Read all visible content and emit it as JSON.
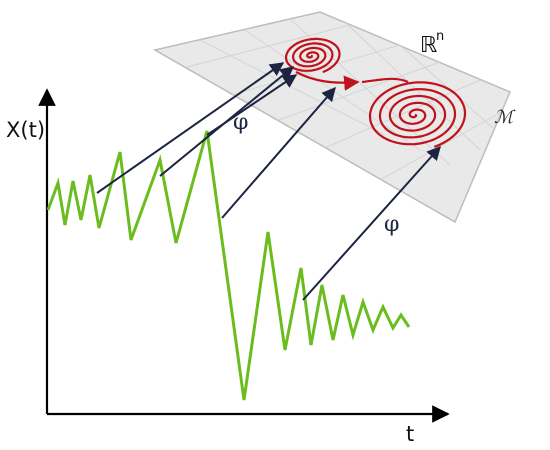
{
  "labels": {
    "y_axis": "X(t)",
    "x_axis": "t",
    "map_upper": "φ",
    "map_lower": "φ",
    "space": "ℝ",
    "space_exponent": "n",
    "manifold": "ℳ"
  },
  "colors": {
    "signal": "#6bbd1f",
    "spiral": "#c0121a",
    "arrows": "#1d2440",
    "plane_fill": "#e9e9e9",
    "plane_edge": "#bdbdbd",
    "axes": "#000000"
  }
}
